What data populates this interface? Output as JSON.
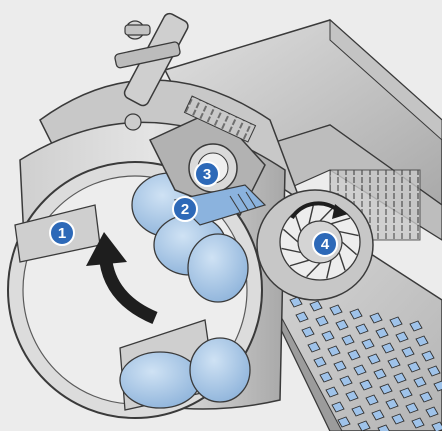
{
  "colors": {
    "background": "#ececec",
    "metal_light": "#d6d6d6",
    "metal_mid": "#b9b9b9",
    "metal_dark": "#8d8d8d",
    "outline": "#3a3a3a",
    "product_fill": "#a9c8e8",
    "callout_blue": "#2d69b8",
    "arrow": "#1e1e1e"
  },
  "callouts": [
    {
      "id": "1",
      "label": "1"
    },
    {
      "id": "2",
      "label": "2"
    },
    {
      "id": "3",
      "label": "3"
    },
    {
      "id": "4",
      "label": "4"
    }
  ],
  "icons": {
    "rotation_arrow": "curved-arrow-icon",
    "clamp_knob": "clamp-knob-icon"
  }
}
